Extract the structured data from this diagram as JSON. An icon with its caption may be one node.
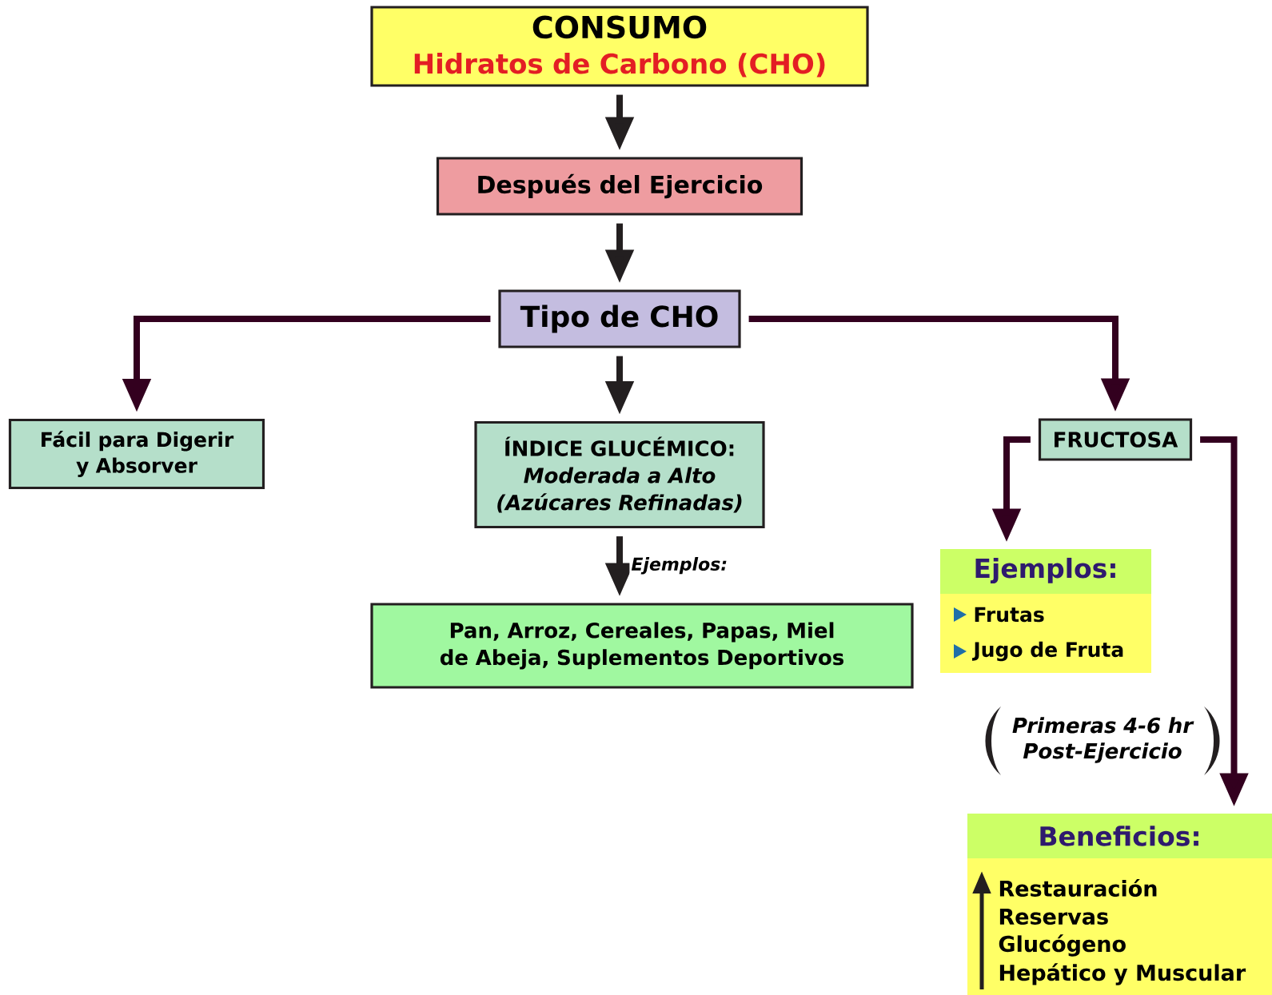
{
  "diagram": {
    "nodes": [
      {
        "text": [
          "CONSUMO",
          "Hidratos de Carbono (CHO)"
        ]
      },
      {
        "text": [
          "Después del Ejercicio"
        ]
      },
      {
        "text": [
          "Tipo de CHO"
        ]
      },
      {
        "text": [
          "Fácil para Digerir y Absorver"
        ]
      },
      {
        "text": [
          "ÍNDICE GLUCÉMICO:",
          "Moderada a Alto (Azúcares Refinadas)"
        ]
      },
      {
        "text": [
          "Pan, Arroz, Cereales, Papas, Miel de Abeja, Suplementos Deportivos"
        ]
      },
      {
        "text": [
          "FRUCTOSA"
        ]
      },
      {
        "text": [
          "Ejemplos:",
          "Frutas",
          "Jugo de Fruta"
        ]
      },
      {
        "text": [
          "Beneficios:",
          "Restauración",
          "Reservas",
          "Glucógeno",
          "Hepático y Muscular"
        ]
      }
    ],
    "edges": [
      {
        "from": 0,
        "to": 1,
        "arrow": "to"
      },
      {
        "from": 1,
        "to": 2,
        "arrow": "to"
      },
      {
        "from": 2,
        "to": 3,
        "arrow": "to",
        "color": "#33001f"
      },
      {
        "from": 2,
        "to": 4,
        "arrow": "to"
      },
      {
        "from": 2,
        "to": 6,
        "arrow": "to",
        "color": "#33001f"
      },
      {
        "from": 4,
        "to": 5,
        "arrow": "to",
        "label": "Ejemplos:"
      },
      {
        "from": 6,
        "to": 7,
        "arrow": "to",
        "color": "#33001f"
      },
      {
        "from": 6,
        "to": 8,
        "arrow": "to",
        "color": "#33001f"
      }
    ],
    "labels": [
      "Primeras 4-6 hr Post-Ejercicio"
    ]
  }
}
